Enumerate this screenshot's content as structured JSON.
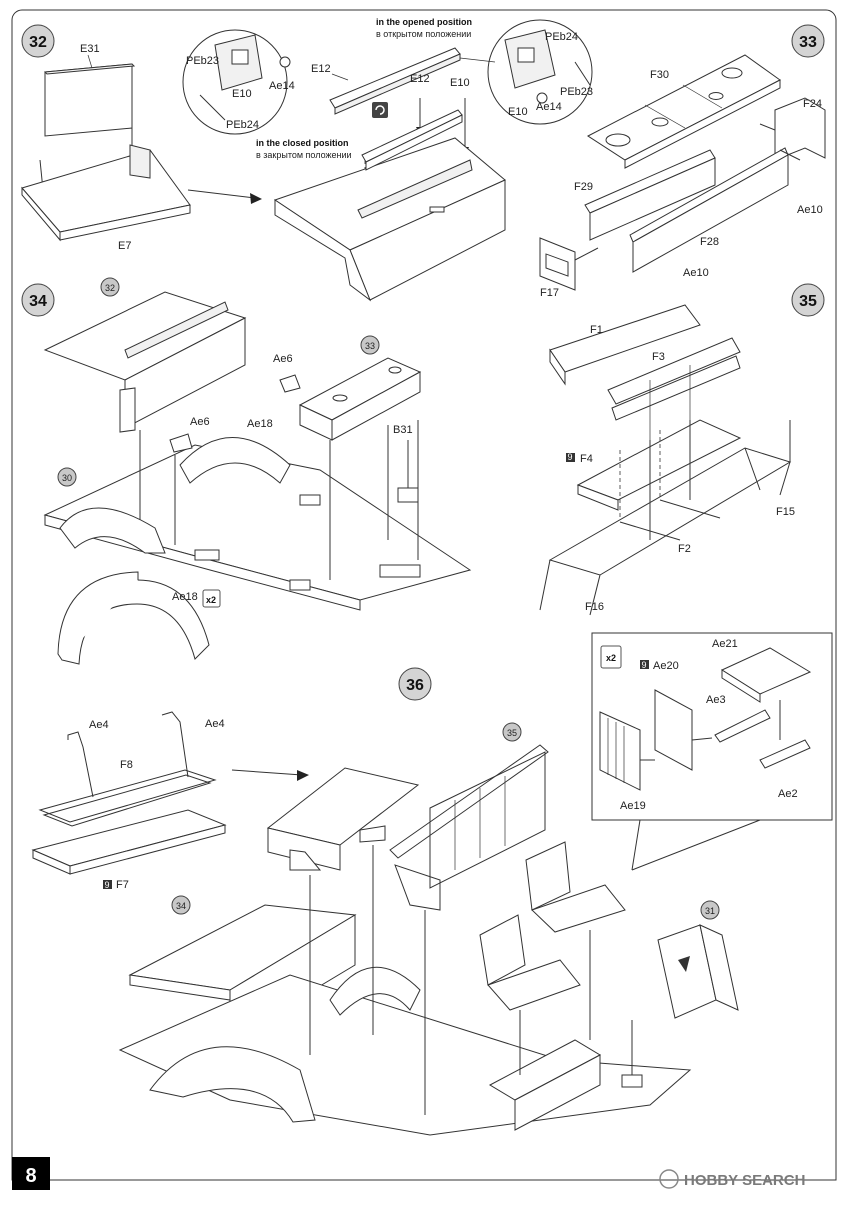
{
  "page_number": "8",
  "steps": {
    "s32": {
      "number": "32",
      "labels": [
        "E31",
        "E7",
        "PEb23",
        "E10",
        "Ae14",
        "PEb24",
        "E12",
        "E12",
        "E10",
        "E10",
        "Ae14",
        "PEb23",
        "PEb24"
      ],
      "opened_en": "in the opened position",
      "opened_ru": "в открытом положении",
      "closed_en": "in the closed position",
      "closed_ru": "в закрытом положении"
    },
    "s33": {
      "number": "33",
      "labels": [
        "F30",
        "F24",
        "F29",
        "Ae10",
        "F28",
        "F17",
        "Ae10"
      ]
    },
    "s34": {
      "number": "34",
      "ref_top": "32",
      "ref_mid": "33",
      "ref_chassis": "30",
      "labels": [
        "Ae6",
        "Ae6",
        "Ae18",
        "B31",
        "Ae18"
      ],
      "multiplier": "x2"
    },
    "s35": {
      "number": "35",
      "labels": [
        "F1",
        "F3",
        "F4",
        "F15",
        "F2",
        "F16"
      ],
      "paint": "9"
    },
    "s36": {
      "number": "36",
      "ref_bench": "35",
      "ref_base": "34",
      "ref_jerrycan": "31",
      "labels": [
        "Ae4",
        "Ae4",
        "F8",
        "F7"
      ],
      "paint": "9",
      "inset": {
        "multiplier": "x2",
        "paint": "9",
        "labels": [
          "Ae21",
          "Ae20",
          "Ae3",
          "Ae19",
          "Ae2"
        ]
      }
    }
  },
  "watermark": {
    "logo": "HOBBY",
    "text": "HOBBY SEARCH"
  }
}
